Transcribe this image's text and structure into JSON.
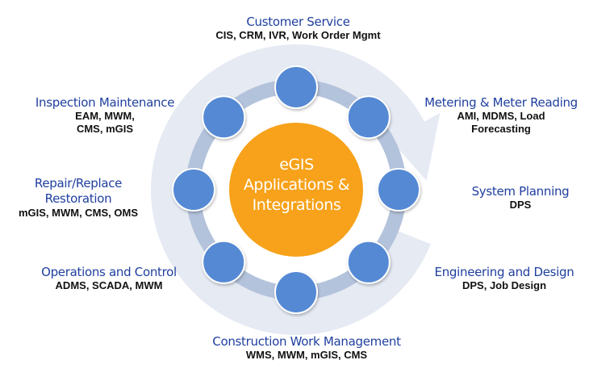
{
  "diagram": {
    "center": {
      "text": "eGIS\nApplications &\nIntegrations"
    },
    "colors": {
      "center_fill": "#f7a21a",
      "node_fill": "#5589d4",
      "ring": "#b4c3dc",
      "outer_arrow": "#e5eaf3",
      "title_text": "#1f3f9f",
      "sub_text": "#111111"
    },
    "node_count": 8,
    "segments": [
      {
        "title": "Customer Service",
        "systems": "CIS, CRM, IVR, Work Order Mgmt"
      },
      {
        "title": "Metering & Meter Reading",
        "systems": "AMI, MDMS, Load\nForecasting"
      },
      {
        "title": "System Planning",
        "systems": "DPS"
      },
      {
        "title": "Engineering and Design",
        "systems": "DPS, Job Design"
      },
      {
        "title": "Construction Work Management",
        "systems": "WMS, MWM, mGIS, CMS"
      },
      {
        "title": "Operations and Control",
        "systems": "ADMS, SCADA, MWM"
      },
      {
        "title": "Repair/Replace\nRestoration",
        "systems": "mGIS, MWM, CMS, OMS"
      },
      {
        "title": "Inspection Maintenance",
        "systems": "EAM, MWM,\nCMS, mGIS"
      }
    ]
  }
}
